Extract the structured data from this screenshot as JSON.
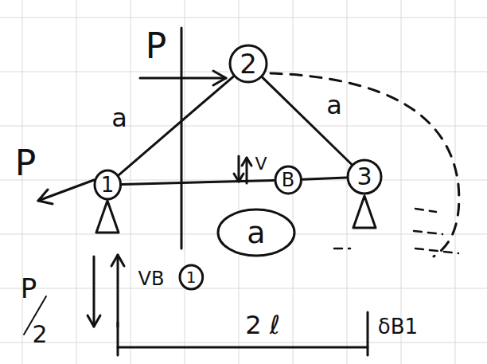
{
  "diagram": {
    "nodes": [
      {
        "text": [
          "2"
        ]
      },
      {
        "text": [
          "1"
        ]
      },
      {
        "text": [
          "B"
        ]
      },
      {
        "text": [
          "3"
        ]
      },
      {
        "text": [
          "a"
        ]
      },
      {
        "text": [
          "1"
        ]
      }
    ],
    "edges": [
      {
        "from": 1,
        "to": 0,
        "arrow": "none"
      },
      {
        "from": 0,
        "to": 3,
        "arrow": "none"
      },
      {
        "from": 1,
        "to": 2,
        "arrow": "none"
      },
      {
        "from": 2,
        "to": 3,
        "arrow": "none"
      }
    ],
    "labels": [
      "P",
      "P",
      "a",
      "a",
      "V",
      "VB",
      "P",
      "2",
      "2 ℓ",
      "δB1"
    ]
  }
}
